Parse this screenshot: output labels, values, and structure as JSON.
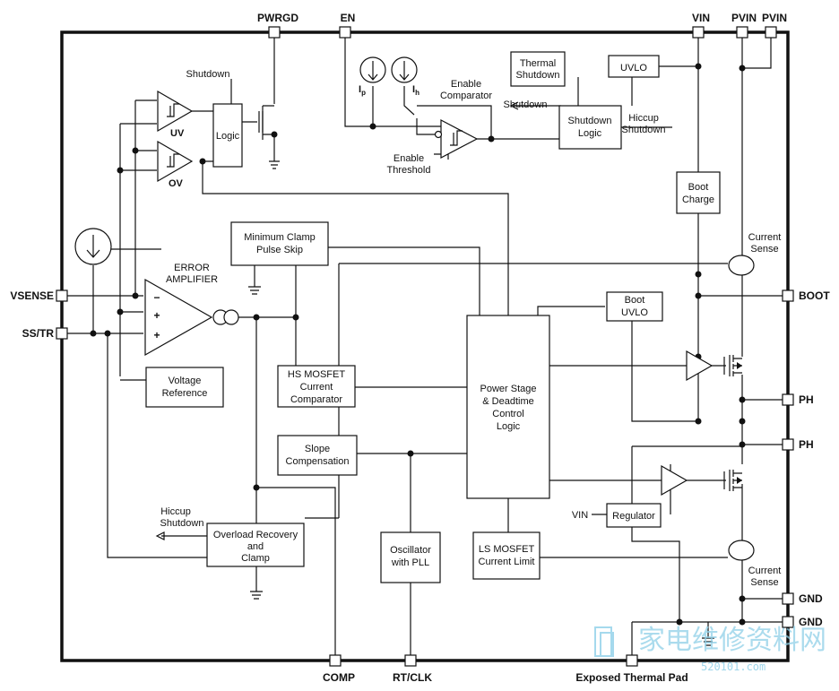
{
  "pins": {
    "pwrgd": "PWRGD",
    "en": "EN",
    "vin": "VIN",
    "pvin1": "PVIN",
    "pvin2": "PVIN",
    "vsense": "VSENSE",
    "sstr": "SS/TR",
    "boot": "BOOT",
    "ph1": "PH",
    "ph2": "PH",
    "gnd1": "GND",
    "gnd2": "GND",
    "comp": "COMP",
    "rtclk": "RT/CLK",
    "pad": "Exposed Thermal Pad"
  },
  "blocks": {
    "logic": "Logic",
    "thermal": [
      "Thermal",
      "Shutdown"
    ],
    "uvlo": "UVLO",
    "shutdown_logic": [
      "Shutdown",
      "Logic"
    ],
    "boot_charge": [
      "Boot",
      "Charge"
    ],
    "min_clamp": [
      "Minimum Clamp",
      "Pulse Skip"
    ],
    "boot_uvlo": [
      "Boot",
      "UVLO"
    ],
    "vref": [
      "Voltage",
      "Reference"
    ],
    "hs_comp": [
      "HS MOSFET",
      "Current",
      "Comparator"
    ],
    "power_stage": [
      "Power Stage",
      "& Deadtime",
      "Control",
      "Logic"
    ],
    "slope": [
      "Slope",
      "Compensation"
    ],
    "overload": [
      "Overload Recovery",
      "and",
      "Clamp"
    ],
    "oscillator": [
      "Oscillator",
      "with PLL"
    ],
    "ls_limit": [
      "LS MOSFET",
      "Current Limit"
    ],
    "regulator": "Regulator"
  },
  "labels": {
    "shutdown_top": "Shutdown",
    "uv": "UV",
    "ov": "OV",
    "ip": "I",
    "ip_sub": "p",
    "ih": "I",
    "ih_sub": "h",
    "enable_comp": [
      "Enable",
      "Comparator"
    ],
    "enable_thresh": [
      "Enable",
      "Threshold"
    ],
    "shutdown_arrow": "Shutdown",
    "hiccup_sd": [
      "Hiccup",
      "Shutdown"
    ],
    "error_amp": [
      "ERROR",
      "AMPLIFIER"
    ],
    "minus": "−",
    "plus1": "+",
    "plus2": "+",
    "current_sense1": [
      "Current",
      "Sense"
    ],
    "current_sense2": [
      "Current",
      "Sense"
    ],
    "hiccup_sd2": [
      "Hiccup",
      "Shutdown"
    ],
    "vin_reg": "VIN"
  },
  "watermark": {
    "cjk": "家电维修资料网",
    "url": "520101.com"
  }
}
